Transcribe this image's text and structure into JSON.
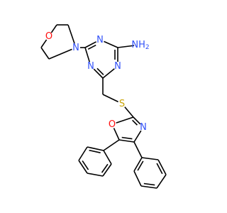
{
  "structure": {
    "atoms": [
      {
        "id": "O_morph",
        "label": "O",
        "color": "#ff0d0d"
      },
      {
        "id": "N_morph",
        "label": "N",
        "color": "#3050f8"
      },
      {
        "id": "N_tri_top",
        "label": "N",
        "color": "#3050f8"
      },
      {
        "id": "N_tri_left",
        "label": "N",
        "color": "#3050f8"
      },
      {
        "id": "N_tri_right",
        "label": "N",
        "color": "#3050f8"
      },
      {
        "id": "NH2",
        "label": "NH",
        "subscript": "2",
        "color": "#3050f8"
      },
      {
        "id": "S",
        "label": "S",
        "color": "#c8a200"
      },
      {
        "id": "N_ox",
        "label": "N",
        "color": "#3050f8"
      },
      {
        "id": "O_ox",
        "label": "O",
        "color": "#ff0d0d"
      }
    ]
  }
}
